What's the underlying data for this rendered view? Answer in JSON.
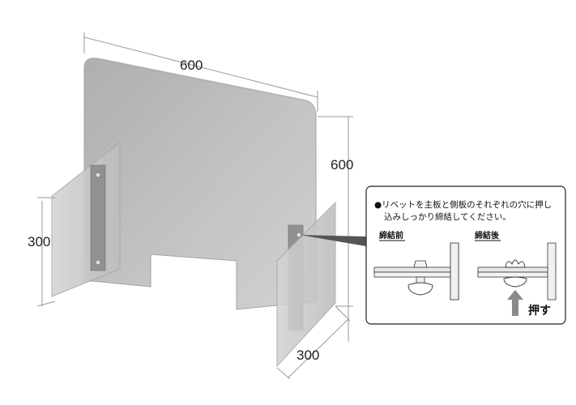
{
  "dimensions": {
    "top_width": "600",
    "height": "600",
    "left_depth": "300",
    "right_depth": "300"
  },
  "callout": {
    "note_line1": "●リベットを主板と側板のそれぞれの穴に押し",
    "note_line2": "込みしっかり締結してください。",
    "before_label": "締結前",
    "after_label": "締結後",
    "push_label": "押す"
  },
  "colors": {
    "main_panel": "#b7b8ba",
    "side_panel": "#c5c7c9",
    "callout_arrow": "#8a8a8a",
    "dimension_line": "#9a9a9a"
  }
}
